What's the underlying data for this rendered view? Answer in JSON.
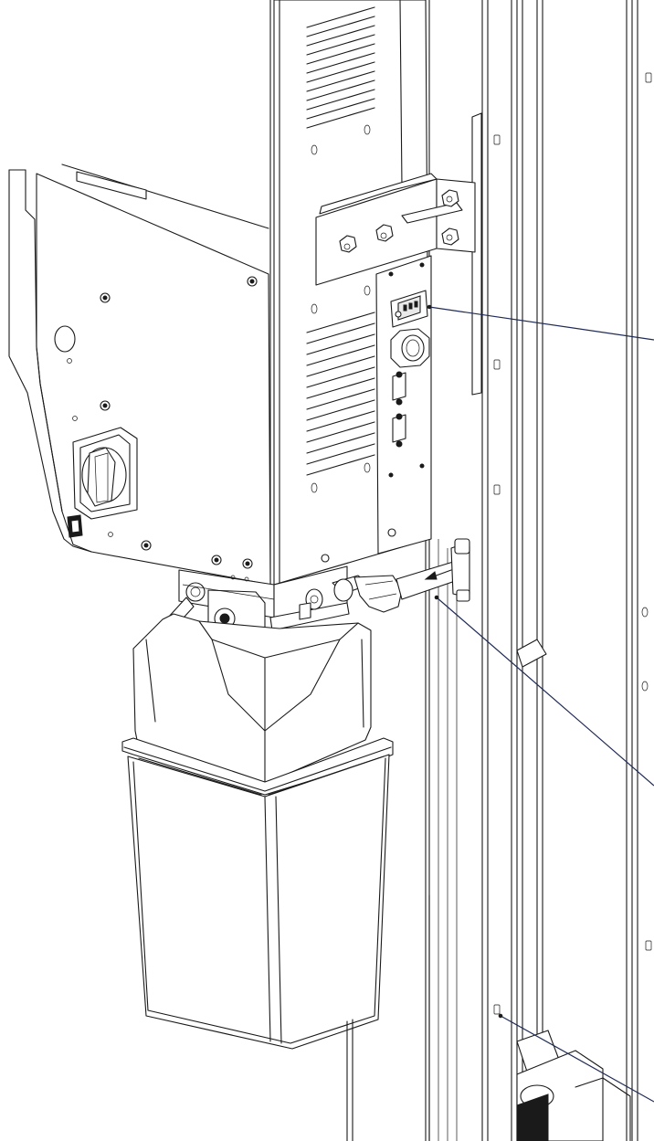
{
  "drawing": {
    "components": [
      "rail-column",
      "control-housing",
      "side-panel",
      "rotary-switch",
      "mounting-bracket",
      "power-inlet",
      "cable-gland",
      "fuse-holder",
      "pump-block",
      "hose-fitting",
      "flow-arrow",
      "fluid-reservoir",
      "base-foot"
    ],
    "callouts": [
      "power-inlet-leader",
      "hose-fitting-leader",
      "rail-slot-leader"
    ],
    "colors": {
      "line": "#1a1a1a",
      "leader": "#1f2a55",
      "background": "#ffffff"
    }
  }
}
